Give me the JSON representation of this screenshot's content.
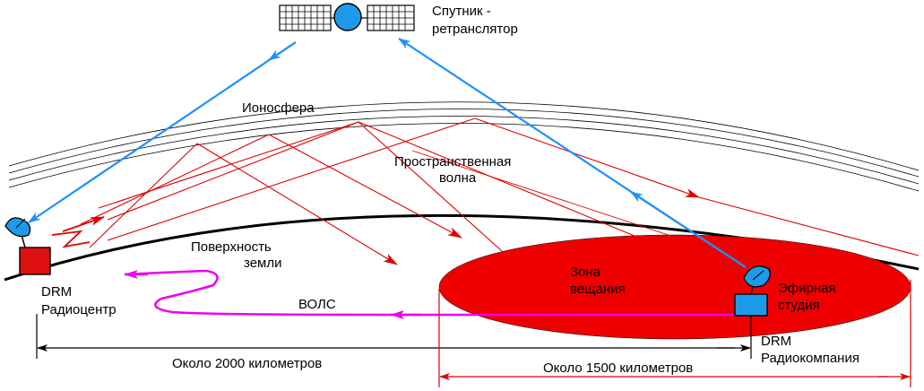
{
  "labels": {
    "satellite_line1": "Спутник -",
    "satellite_line2": "ретранслятор",
    "ionosphere": "Ионосфера",
    "sky_wave_line1": "Пространственная",
    "sky_wave_line2": "волна",
    "earth_surface_line1": "Поверхность",
    "earth_surface_line2": "земли",
    "broadcast_zone_line1": "Зона",
    "broadcast_zone_line2": "вещания",
    "studio_line1": "Эфирная",
    "studio_line2": "студия",
    "drm_center_line1": "DRM",
    "drm_center_line2": "Радиоцентр",
    "fiber_link": "ВОЛС",
    "drm_company_line1": "DRM",
    "drm_company_line2": "Радиокомпания",
    "distance_2000": "Около 2000 километров",
    "distance_1500": "Около 1500 километров"
  },
  "colors": {
    "satellite_link": "#1e90ff",
    "sky_wave": "#e00000",
    "broadcast_zone": "#ee0000",
    "fiber_link": "#ee00ee",
    "studio": "#1e9be8",
    "radio_center": "#dd1111",
    "satellite_body": "#1e9be8"
  }
}
